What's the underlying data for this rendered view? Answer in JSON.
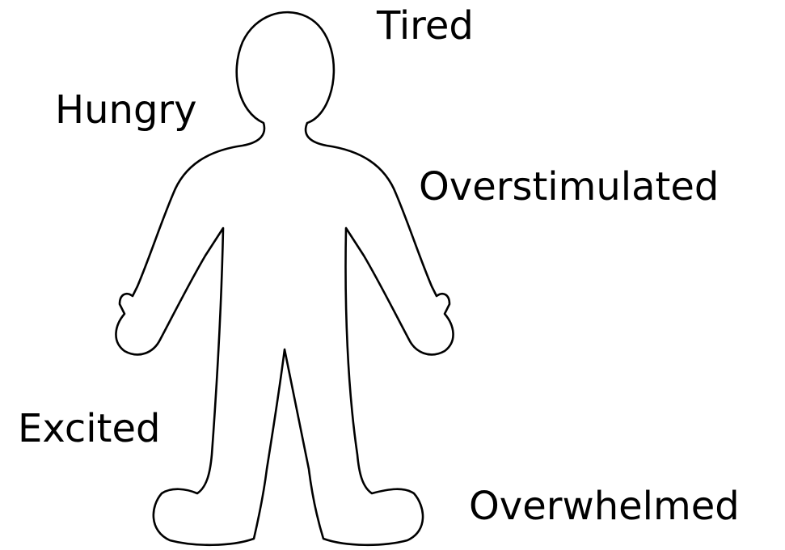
{
  "diagram": {
    "labels": {
      "tired": "Tired",
      "hungry": "Hungry",
      "overstimulated": "Overstimulated",
      "excited": "Excited",
      "overwhelmed": "Overwhelmed"
    },
    "colors": {
      "outline": "#000000",
      "background": "#ffffff",
      "text": "#000000"
    }
  }
}
